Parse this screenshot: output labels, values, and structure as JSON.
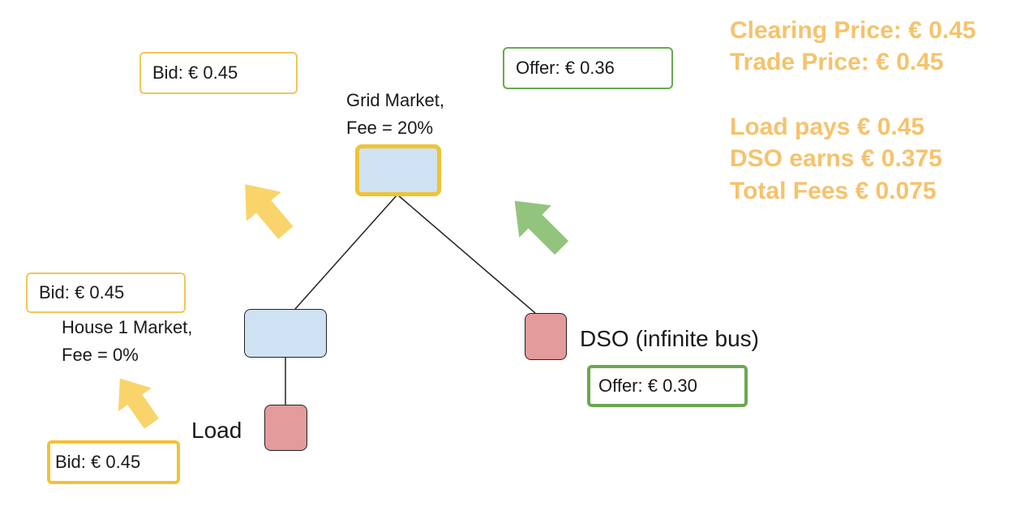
{
  "colors": {
    "bid_border": "#f1c232",
    "offer_border": "#6aa84f",
    "market_fill": "#cfe2f3",
    "agent_fill": "#e39b9b",
    "summary_text": "#f6c26b",
    "bid_arrow": "#f9d46a",
    "offer_arrow": "#93c47d"
  },
  "grid_market": {
    "name": "Grid Market,",
    "fee": "Fee = 20%"
  },
  "house_market": {
    "name": "House 1 Market,",
    "fee": "Fee = 0%"
  },
  "load": {
    "label": "Load"
  },
  "dso": {
    "label": "DSO (infinite bus)"
  },
  "bids": {
    "grid_top": "Bid: € 0.45",
    "house": "Bid: € 0.45",
    "load": "Bid: € 0.45"
  },
  "offers": {
    "grid_top": "Offer: € 0.36",
    "dso": "Offer: € 0.30"
  },
  "summary": {
    "clearing_price": "Clearing Price: € 0.45",
    "trade_price": "Trade Price: € 0.45",
    "load_pays": "Load pays € 0.45",
    "dso_earns": "DSO earns € 0.375",
    "total_fees": "Total Fees € 0.075"
  }
}
